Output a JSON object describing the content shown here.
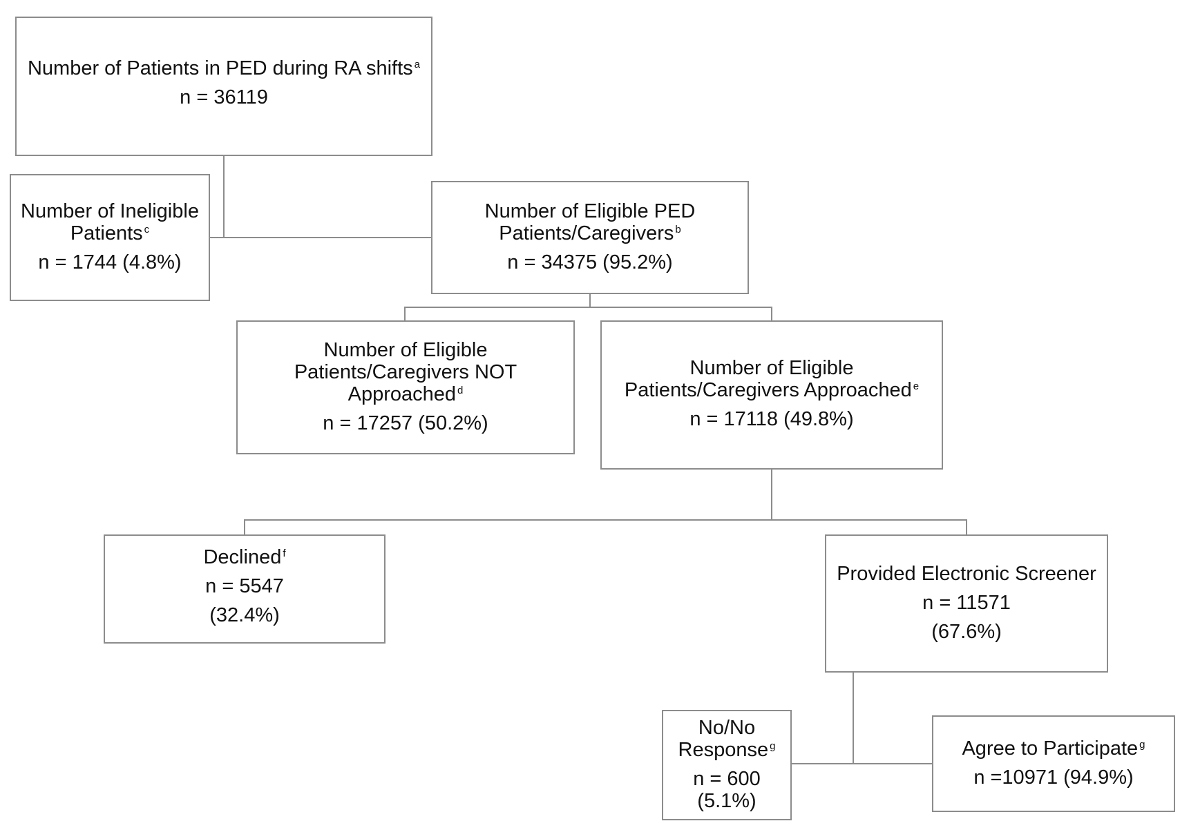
{
  "nodes": {
    "total": {
      "title": "Number of Patients in PED during RA shifts",
      "sup": "a",
      "n": "n = 36119"
    },
    "ineligible": {
      "title_line1": "Number of Ineligible",
      "title_line2": "Patients",
      "sup": "c",
      "n": "n = 1744 (4.8%)"
    },
    "eligible": {
      "title_line1": "Number of Eligible PED",
      "title_line2": "Patients/Caregivers",
      "sup": "b",
      "n": "n = 34375 (95.2%)"
    },
    "not_approached": {
      "title_line1": "Number of Eligible",
      "title_line2": "Patients/Caregivers NOT",
      "title_line3": "Approached",
      "sup": "d",
      "n": "n = 17257 (50.2%)"
    },
    "approached": {
      "title_line1": "Number of Eligible",
      "title_line2": "Patients/Caregivers Approached",
      "sup": "e",
      "n": "n = 17118 (49.8%)"
    },
    "declined": {
      "title": "Declined",
      "sup": "f",
      "n": "n = 5547",
      "pct": "(32.4%)"
    },
    "screener": {
      "title": "Provided Electronic Screener",
      "n": "n = 11571",
      "pct": "(67.6%)"
    },
    "no_response": {
      "title_line1": "No/No",
      "title_line2": "Response",
      "sup": "g",
      "n": "n = 600",
      "pct": "(5.1%)"
    },
    "agree": {
      "title": "Agree to Participate",
      "sup": "g",
      "n": "n =10971 (94.9%)"
    }
  },
  "colors": {
    "border": "#8c8c8c",
    "connector": "#8c8c8c",
    "text": "#111111",
    "background": "#ffffff"
  }
}
